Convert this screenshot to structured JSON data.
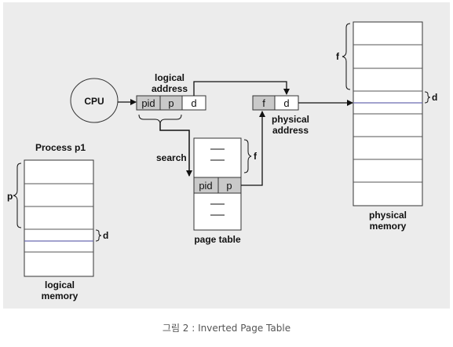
{
  "diagram": {
    "cpu": "CPU",
    "logical_address": {
      "line1": "logical",
      "line2": "address",
      "fields": [
        "pid",
        "p",
        "d"
      ]
    },
    "physical_address": {
      "line1": "physical",
      "line2": "address",
      "fields": [
        "f",
        "d"
      ]
    },
    "search": "search",
    "page_table": {
      "label": "page table",
      "entry": [
        "pid",
        "p"
      ],
      "f_brace": "f"
    },
    "process": {
      "title": "Process p1",
      "p_brace": "p",
      "d_brace": "d",
      "line1": "logical",
      "line2": "memory"
    },
    "physical_memory": {
      "line1": "physical",
      "line2": "memory",
      "f_brace": "f",
      "d_brace": "d"
    }
  },
  "caption": "그림 2 : Inverted Page Table"
}
